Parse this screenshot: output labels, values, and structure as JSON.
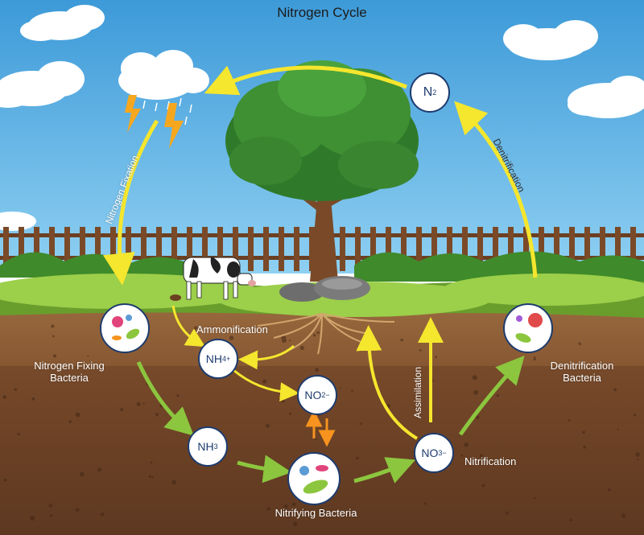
{
  "title": "Nitrogen Cycle",
  "labels": {
    "nitrogen_fixation": "Nitrogen Fixation",
    "denitrification": "Denitrification",
    "ammonification": "Ammonification",
    "assimilation": "Assimilation",
    "nitrification": "Nitrification",
    "nitrogen_fixing_bacteria_line1": "Nitrogen Fixing",
    "nitrogen_fixing_bacteria_line2": "Bacteria",
    "denitrification_bacteria_line1": "Denitrification",
    "denitrification_bacteria_line2": "Bacteria",
    "nitrifying_bacteria": "Nitrifying Bacteria"
  },
  "compounds": {
    "n2": {
      "base": "N",
      "sub": "2",
      "sup": ""
    },
    "nh4": {
      "base": "NH",
      "sub": "4",
      "sup": "+"
    },
    "no2": {
      "base": "NO",
      "sub": "2",
      "sup": "−"
    },
    "nh3": {
      "base": "NH",
      "sub": "3",
      "sup": ""
    },
    "no3": {
      "base": "NO",
      "sub": "3",
      "sup": "−"
    }
  },
  "colors": {
    "sky": "#5aa9e0",
    "grass": "#8cc63f",
    "soil_top": "#8a5a34",
    "soil_bottom": "#5a3620",
    "yellow_arrow": "#f5e62e",
    "green_arrow": "#8cc63f",
    "orange_arrow": "#f7931e",
    "compound_border": "#1d3b6e"
  }
}
